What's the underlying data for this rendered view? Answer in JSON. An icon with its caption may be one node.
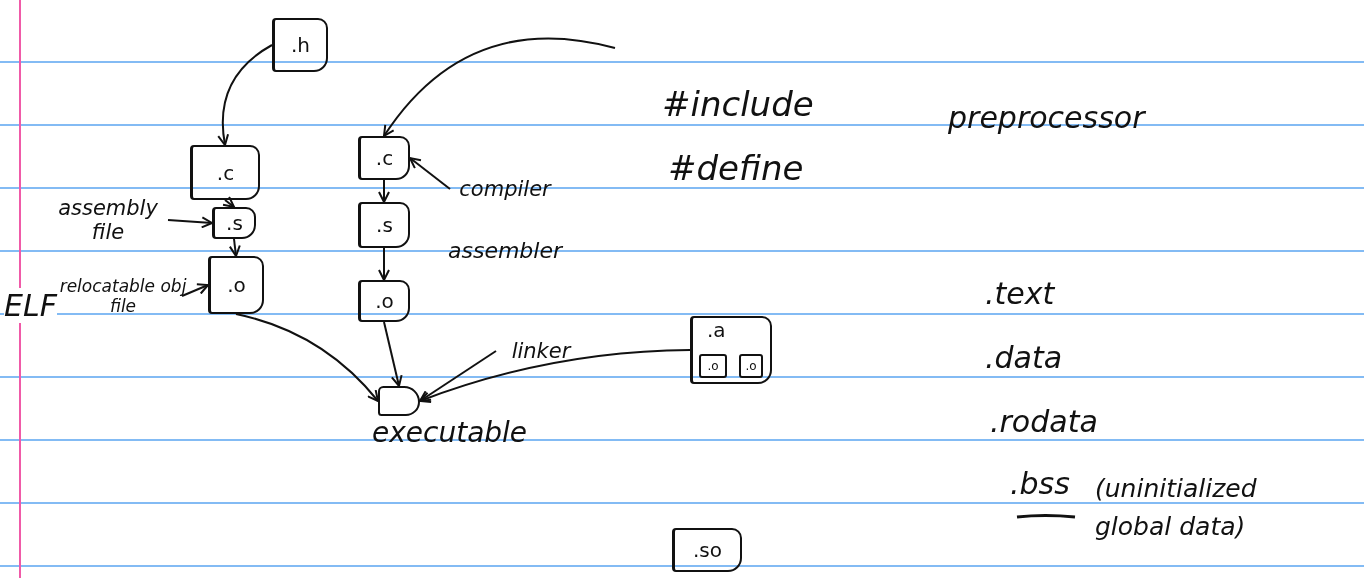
{
  "diagram": {
    "nodes": [
      {
        "text": [
          ".h"
        ]
      },
      {
        "text": [
          ".c"
        ]
      },
      {
        "text": [
          ".s"
        ]
      },
      {
        "text": [
          ".o"
        ]
      },
      {
        "text": [
          ".c"
        ]
      },
      {
        "text": [
          ".s"
        ]
      },
      {
        "text": [
          ".o"
        ]
      },
      {
        "text": [
          "executable"
        ]
      },
      {
        "text": [
          ".a"
        ]
      },
      {
        "text": [
          ".o"
        ],
        "in": 8
      },
      {
        "text": [
          ".o"
        ],
        "in": 8
      },
      {
        "text": [
          ".so"
        ]
      },
      {
        "text": [
          "assembly file"
        ]
      },
      {
        "text": [
          "ELF",
          "relocatable obj file"
        ]
      },
      {
        "text": [
          "compiler"
        ]
      },
      {
        "text": [
          "linker"
        ]
      }
    ],
    "edges": [
      {
        "from": 0,
        "to": 1,
        "arrow": "to"
      },
      {
        "from": null,
        "to": 4,
        "arrow": "to"
      },
      {
        "from": 1,
        "to": 2,
        "arrow": "to"
      },
      {
        "from": 2,
        "to": 3,
        "arrow": "to"
      },
      {
        "from": 4,
        "to": 5,
        "arrow": "to"
      },
      {
        "from": 5,
        "to": 6,
        "arrow": "to"
      },
      {
        "from": 3,
        "to": 7,
        "arrow": "to"
      },
      {
        "from": 6,
        "to": 7,
        "arrow": "to"
      },
      {
        "from": 15,
        "to": 7,
        "arrow": "to"
      },
      {
        "from": 8,
        "to": 7,
        "arrow": "to"
      },
      {
        "from": 12,
        "to": 2,
        "arrow": "to"
      },
      {
        "from": 13,
        "to": 3,
        "arrow": "to"
      },
      {
        "from": 14,
        "to": 4,
        "arrow": "to"
      }
    ],
    "labels": [
      "#include",
      "preprocessor",
      "#define",
      "assembler",
      ".text",
      ".data",
      ".rodata",
      ".bss",
      "(uninitialized global data)"
    ]
  }
}
